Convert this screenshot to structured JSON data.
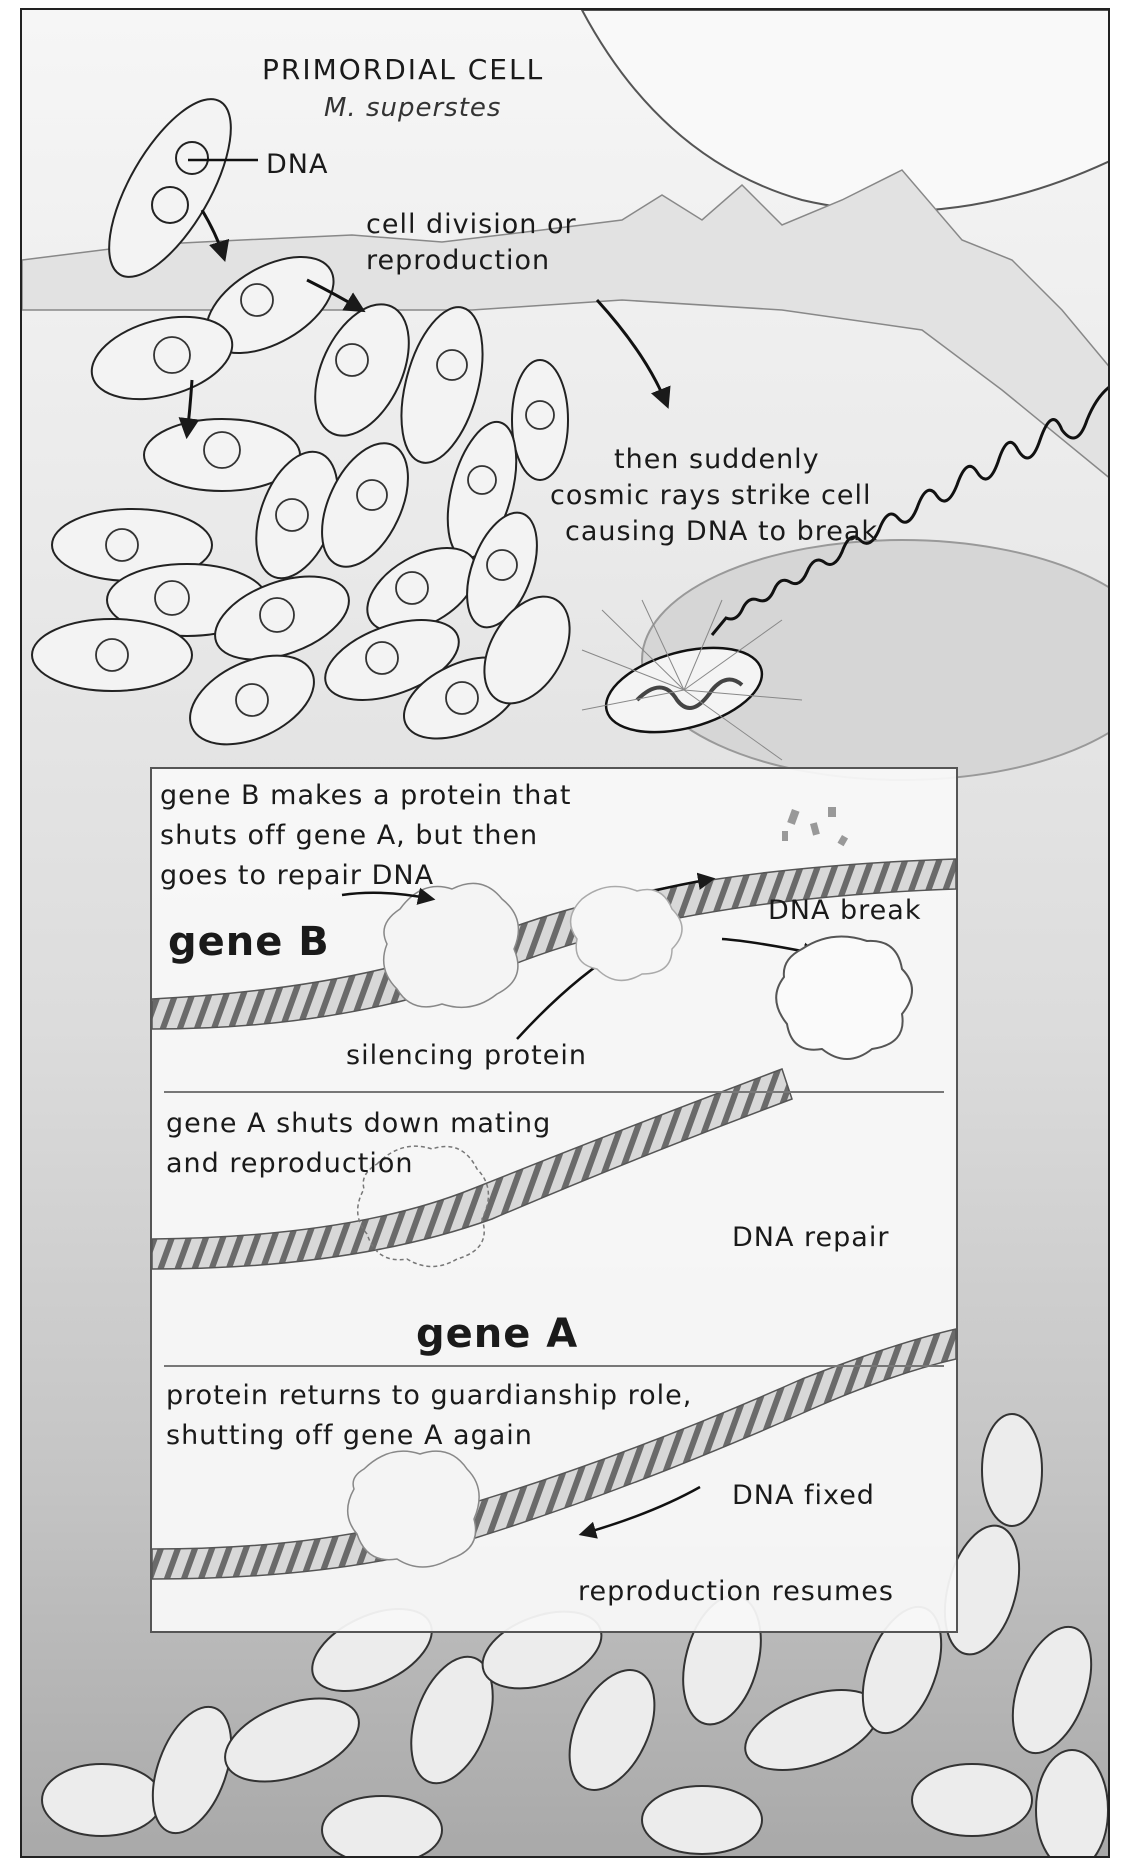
{
  "header": {
    "title": "PRIMORDIAL CELL",
    "species": "M. superstes"
  },
  "labels": {
    "dna": "DNA",
    "division_line1": "cell division or",
    "division_line2": "reproduction",
    "cosmic_line1": "then suddenly",
    "cosmic_line2": "cosmic rays strike cell",
    "cosmic_line3": "causing DNA to break"
  },
  "panel": {
    "step1": {
      "line1": "gene B makes a protein that",
      "line2": "shuts off gene A, but then",
      "line3": "goes to repair DNA",
      "gene_label": "gene B",
      "break_label": "DNA break",
      "protein_label": "silencing protein"
    },
    "step2": {
      "line1": "gene A shuts down mating",
      "line2": "and reproduction",
      "repair_label": "DNA repair",
      "gene_label": "gene A"
    },
    "step3": {
      "line1": "protein returns to guardianship role,",
      "line2": "shutting off gene A again",
      "fixed_label": "DNA fixed",
      "resume_label": "reproduction resumes"
    }
  },
  "colors": {
    "ink": "#1a1a1a",
    "cell_fill": "#f2f2f2",
    "helix_dark": "#666666",
    "helix_light": "#cfcfcf"
  }
}
